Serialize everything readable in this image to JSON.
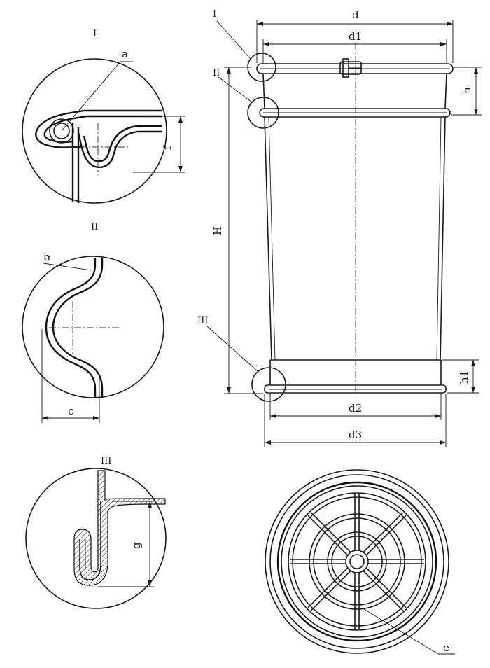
{
  "views": {
    "detail_1": {
      "title": "I",
      "callouts": {
        "a": "a",
        "f": "f"
      }
    },
    "detail_2": {
      "title": "II",
      "callouts": {
        "b": "b",
        "c": "c"
      }
    },
    "detail_3": {
      "title": "III",
      "callouts": {
        "g": "g"
      }
    },
    "main": {
      "markers": {
        "m1": "I",
        "m2": "II",
        "m3": "III"
      },
      "dims": {
        "d": "d",
        "d1": "d1",
        "d2": "d2",
        "d3": "d3",
        "H": "H",
        "h": "h",
        "h1": "h1"
      }
    },
    "bottom": {
      "callouts": {
        "e": "e"
      }
    }
  }
}
